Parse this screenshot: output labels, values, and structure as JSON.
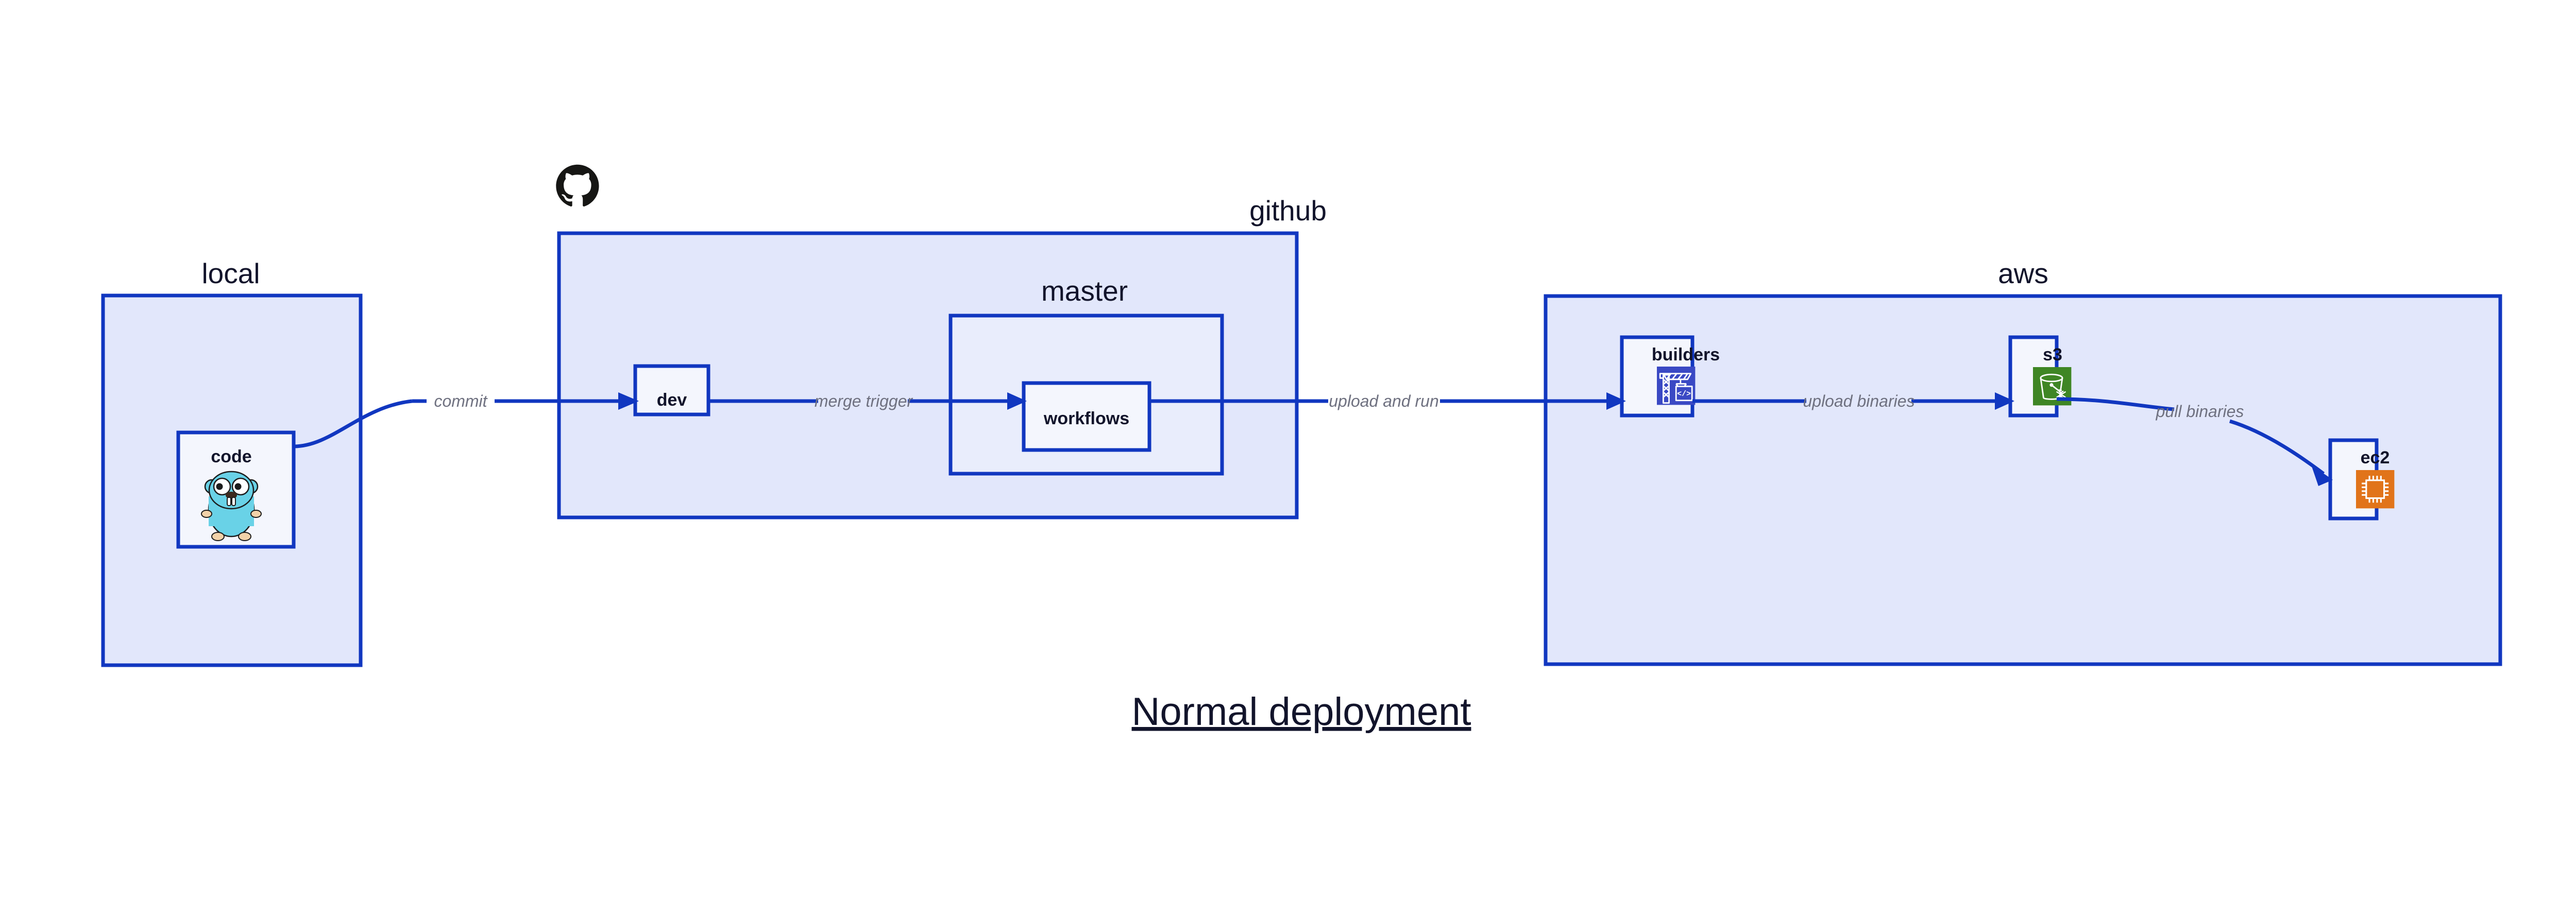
{
  "page": {
    "title": "Normal deployment",
    "background": "#ffffff"
  },
  "colors": {
    "border": "#1137c0",
    "group_fill": "#e2e7fb",
    "sub_fill": "#e9edfc",
    "leaf_fill": "#f4f6fd",
    "title_text": "#12142b",
    "edge_label_text": "#6f7180",
    "builders_icon_bg": "#3a49c4",
    "s3_icon_bg": "#3f8624",
    "ec2_icon_bg": "#e1741a",
    "gopher_body": "#69d2e7",
    "gopher_foot": "#f2d2a9",
    "github_logo": "#161614"
  },
  "groups": {
    "local": {
      "label": "local",
      "nodes": {
        "code": {
          "label": "code",
          "icon": "go-gopher-icon"
        }
      }
    },
    "github": {
      "label": "github",
      "logo_icon": "github-octocat-icon",
      "nodes": {
        "dev": {
          "label": "dev"
        }
      },
      "subgroups": {
        "master": {
          "label": "master",
          "nodes": {
            "workflows": {
              "label": "workflows"
            }
          }
        }
      }
    },
    "aws": {
      "label": "aws",
      "nodes": {
        "builders": {
          "label": "builders",
          "icon": "crane-code-icon"
        },
        "s3": {
          "label": "s3",
          "icon": "s3-bucket-icon"
        },
        "ec2": {
          "label": "ec2",
          "icon": "cpu-chip-icon"
        }
      }
    }
  },
  "edges": [
    {
      "id": "code-to-dev",
      "label": "commit",
      "from": "code",
      "to": "dev"
    },
    {
      "id": "dev-to-workflows",
      "label": "merge trigger",
      "from": "dev",
      "to": "workflows"
    },
    {
      "id": "workflows-to-builders",
      "label": "upload and run",
      "from": "workflows",
      "to": "builders"
    },
    {
      "id": "builders-to-s3",
      "label": "upload binaries",
      "from": "builders",
      "to": "s3"
    },
    {
      "id": "s3-to-ec2",
      "label": "pull binaries",
      "from": "s3",
      "to": "ec2"
    }
  ]
}
